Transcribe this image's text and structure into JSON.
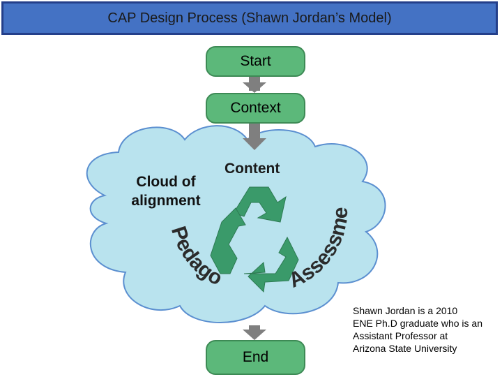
{
  "title": "CAP Design Process (Shawn Jordan’s Model)",
  "steps": {
    "start": "Start",
    "context": "Context",
    "content": "Content",
    "end": "End"
  },
  "cloud_label_line1": "Cloud of",
  "cloud_label_line2": "alignment",
  "pedagogy_label": "Pedagogy",
  "assessment_label": "Assessment",
  "credit_lines": [
    "Shawn Jordan is a 2010",
    "ENE Ph.D graduate who is an",
    "Assistant Professor at",
    "Arizona State University"
  ],
  "colors": {
    "title_bg": "#4472c4",
    "box_fill": "#5cb87a",
    "cloud_fill": "#b9e3ee",
    "arrow_gray": "#7f7f7f",
    "recycle_green": "#3a9a6a"
  }
}
